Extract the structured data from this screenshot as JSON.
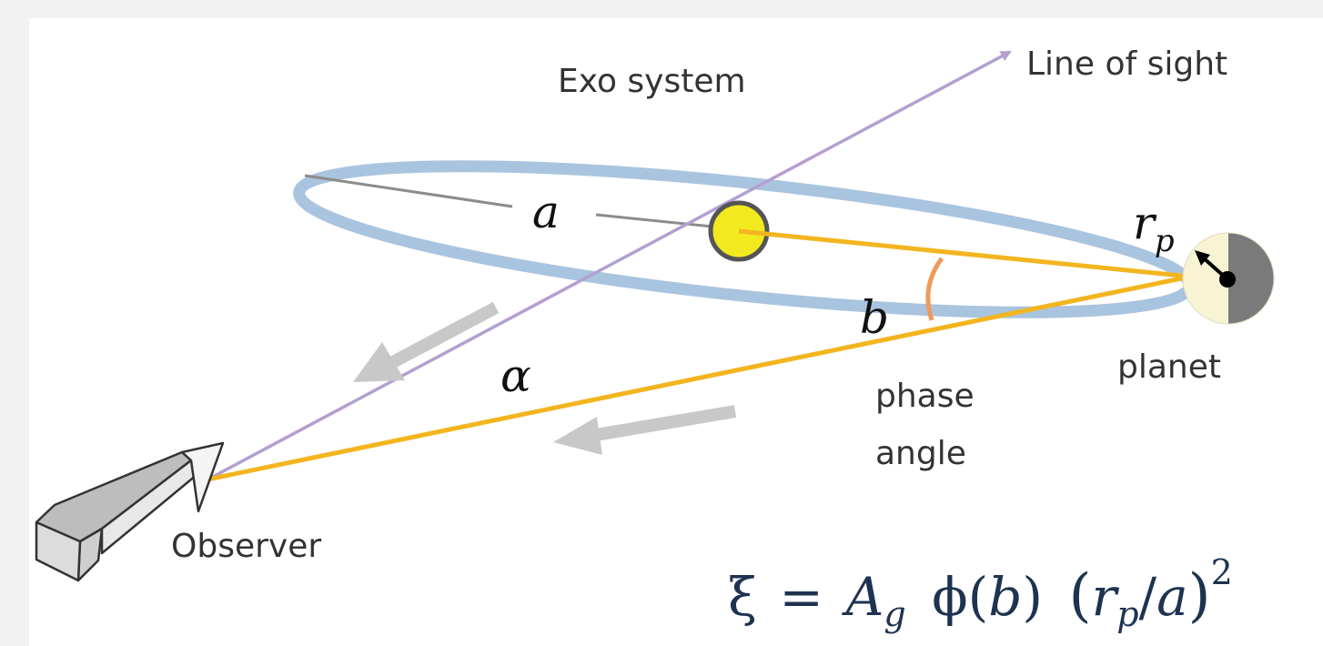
{
  "labels": {
    "exo_system": "Exo system",
    "line_of_sight": "Line of sight",
    "semi_major_axis": "a",
    "planet_radius_symbol": "r",
    "planet_radius_subscript": "p",
    "distance_b": "b",
    "alpha": "α",
    "phase_line1": "phase",
    "phase_line2": "angle",
    "planet": "planet",
    "observer": "Observer"
  },
  "formula": {
    "xi": "ξ",
    "equals": "=",
    "A": "A",
    "A_sub": "g",
    "phi": "ϕ",
    "phi_arg_open": "(",
    "phi_arg": "b",
    "phi_arg_close": ")",
    "paren_open": "(",
    "r": "r",
    "r_sub": "p",
    "slash": "/",
    "a": "a",
    "paren_close": ")",
    "exponent": "2"
  },
  "colors": {
    "page_background": "#f2f2f2",
    "panel_background": "#ffffff",
    "orbit": "#a9c4df",
    "line_of_sight": "#b49fd0",
    "light_ray": "#f3b51f",
    "phase_arc": "#ef9a5a",
    "motion_arrow": "#c8c8c8",
    "star_fill": "#f2ea1e",
    "planet_day": "#f8f3d3",
    "planet_night": "#7a7a7a",
    "formula_text": "#1e3350"
  }
}
